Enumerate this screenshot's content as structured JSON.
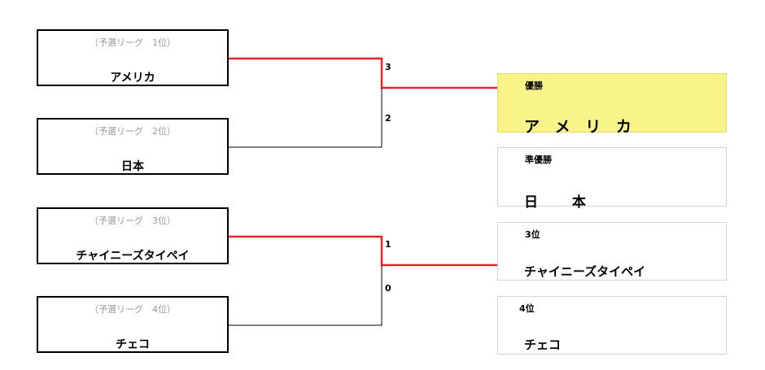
{
  "bracket": {
    "seeds": [
      {
        "label": "（予選リーグ　1位）",
        "team": "アメリカ"
      },
      {
        "label": "（予選リーグ　2位）",
        "team": "日本"
      },
      {
        "label": "（予選リーグ　3位）",
        "team": "チャイニーズタイペイ"
      },
      {
        "label": "（予選リーグ　4位）",
        "team": "チェコ"
      }
    ],
    "final": {
      "score_top": "3",
      "score_bottom": "2"
    },
    "third_place_match": {
      "score_top": "1",
      "score_bottom": "0"
    }
  },
  "results": [
    {
      "rank": "優勝",
      "team": "ア メ リ カ"
    },
    {
      "rank": "準優勝",
      "team": "日 本"
    },
    {
      "rank": "3位",
      "team": "チャイニーズタイペイ"
    },
    {
      "rank": "4位",
      "team": "チェコ"
    }
  ],
  "colors": {
    "winner_line": "#e8232b",
    "loser_line": "#000000",
    "champion_fill": "#f9f48a",
    "seed_text": "#9a9a9a"
  }
}
